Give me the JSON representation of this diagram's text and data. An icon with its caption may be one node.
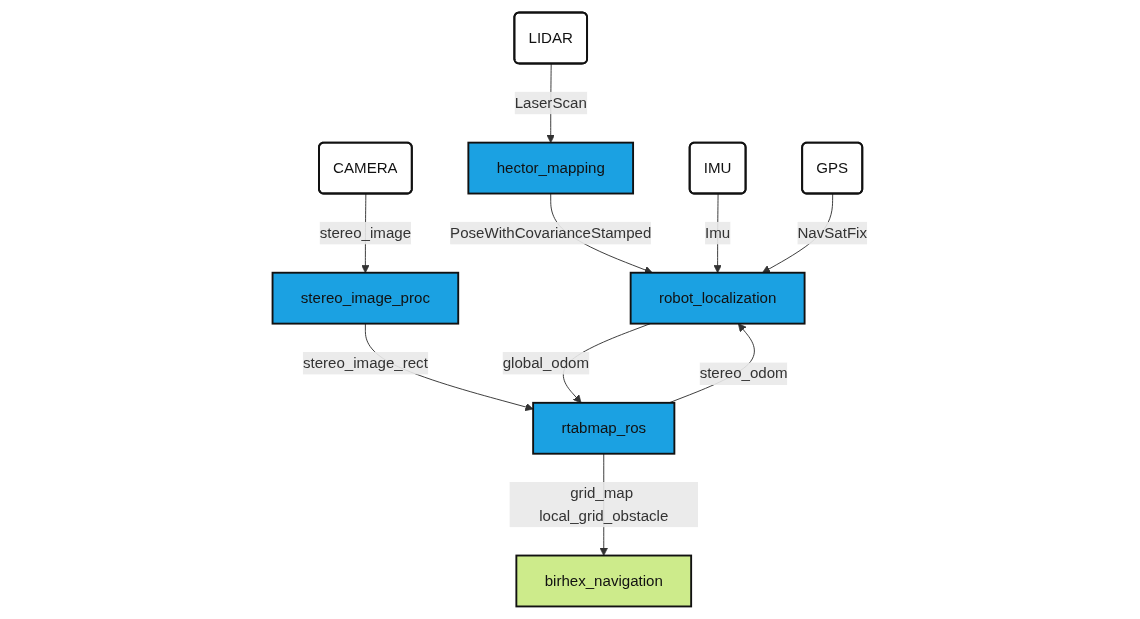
{
  "diagram": {
    "nodes": [
      {
        "text": [
          "LIDAR"
        ]
      },
      {
        "text": [
          "CAMERA"
        ]
      },
      {
        "text": [
          "hector_mapping"
        ]
      },
      {
        "text": [
          "stereo_image_proc"
        ]
      },
      {
        "text": [
          "IMU"
        ]
      },
      {
        "text": [
          "robot_localization"
        ]
      },
      {
        "text": [
          "rtabmap_ros"
        ]
      },
      {
        "text": [
          "GPS"
        ]
      },
      {
        "text": [
          "birhex_navigation"
        ]
      }
    ],
    "edges": [
      {
        "from": 0,
        "to": 2,
        "arrow": "to",
        "label": "LaserScan"
      },
      {
        "from": 1,
        "to": 3,
        "arrow": "to",
        "label": "stereo_image"
      },
      {
        "from": 2,
        "to": 5,
        "arrow": "to",
        "label": "PoseWithCovarianceStamped"
      },
      {
        "from": 3,
        "to": 6,
        "arrow": "to",
        "label": "stereo_image_rect"
      },
      {
        "from": 4,
        "to": 5,
        "arrow": "to",
        "label": "Imu"
      },
      {
        "from": 6,
        "to": 5,
        "arrow": "to",
        "label": "stereo_odom"
      },
      {
        "from": 5,
        "to": 6,
        "arrow": "to",
        "label": "global_odom"
      },
      {
        "from": 7,
        "to": 5,
        "arrow": "to",
        "label": "NavSatFix"
      },
      {
        "from": 6,
        "to": 8,
        "arrow": "to",
        "label": "grid_map local_grid_obstacle"
      }
    ]
  }
}
